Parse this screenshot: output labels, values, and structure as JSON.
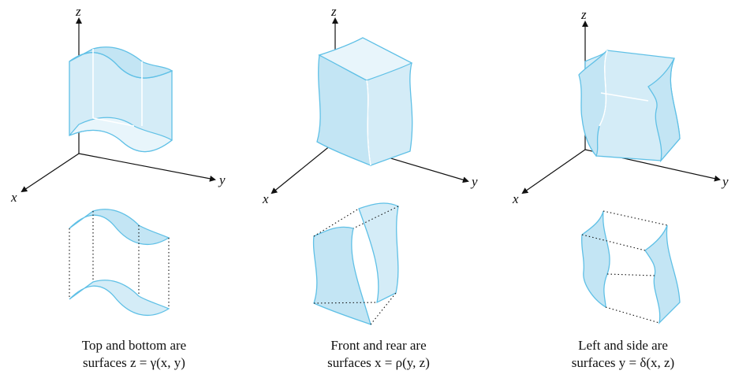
{
  "panels": [
    {
      "axes": {
        "z": "z",
        "x": "x",
        "y": "y"
      },
      "caption_line1": "Top and bottom are",
      "caption_line2": "surfaces z = γ(x, y)"
    },
    {
      "axes": {
        "z": "z",
        "x": "x",
        "y": "y"
      },
      "caption_line1": "Front and rear are",
      "caption_line2": "surfaces x = ρ(y, z)"
    },
    {
      "axes": {
        "z": "z",
        "x": "x",
        "y": "y"
      },
      "caption_line1": "Left and side are",
      "caption_line2": "surfaces y = δ(x, z)"
    }
  ],
  "colors": {
    "surface_fill": "#d4ecf7",
    "surface_edge": "#5fc0e6",
    "axes": "#111111"
  }
}
